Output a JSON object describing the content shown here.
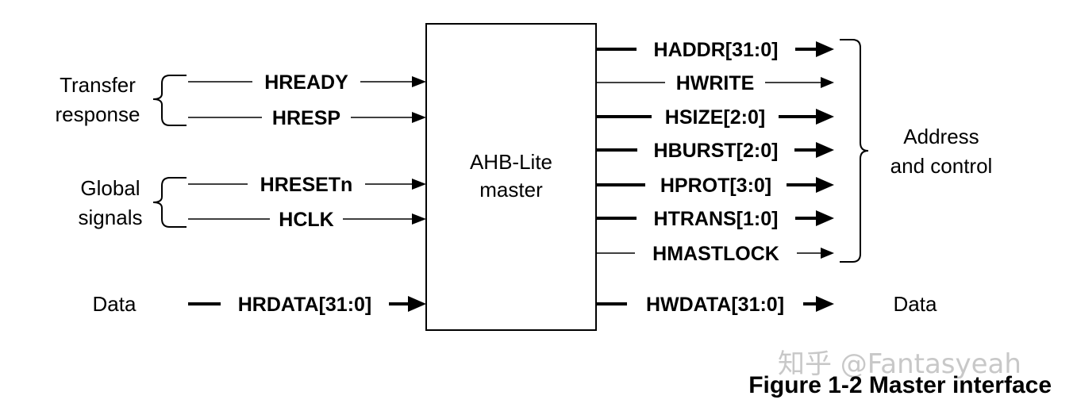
{
  "block": {
    "line1": "AHB-Lite",
    "line2": "master"
  },
  "inputs": {
    "transfer_response": {
      "label_line1": "Transfer",
      "label_line2": "response",
      "signals": [
        "HREADY",
        "HRESP"
      ]
    },
    "global_signals": {
      "label_line1": "Global",
      "label_line2": "signals",
      "signals": [
        "HRESETn",
        "HCLK"
      ]
    },
    "data": {
      "label": "Data",
      "signal": "HRDATA[31:0]"
    }
  },
  "outputs": {
    "address_and_control": {
      "label_line1": "Address",
      "label_line2": "and control",
      "signals": [
        "HADDR[31:0]",
        "HWRITE",
        "HSIZE[2:0]",
        "HBURST[2:0]",
        "HPROT[3:0]",
        "HTRANS[1:0]",
        "HMASTLOCK"
      ]
    },
    "data": {
      "label": "Data",
      "signal": "HWDATA[31:0]"
    }
  },
  "caption": "Figure 1-2 Master interface",
  "watermark": "知乎 @Fantasyeah"
}
